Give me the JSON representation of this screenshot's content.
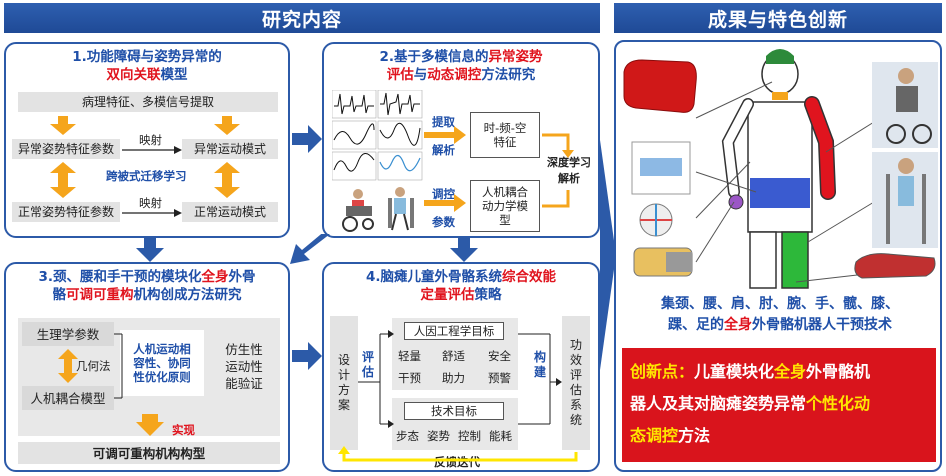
{
  "left_header": "研究内容",
  "right_header": "成果与特色创新",
  "p1": {
    "title_line1": "1.功能障碍与姿势异常的",
    "title_line2_red": "双向关联",
    "title_line2_blue": "模型",
    "top_box": "病理特征、多模信号提取",
    "abn_pose": "异常姿势特征参数",
    "abn_motion": "异常运动模式",
    "map1": "映射",
    "transfer": "跨被式迁移学习",
    "norm_pose": "正常姿势特征参数",
    "norm_motion": "正常运动模式",
    "map2": "映射"
  },
  "p2": {
    "title_pre": "2.基于多模信息的",
    "title_red1": "异常姿势",
    "title_l2_red1": "评估",
    "title_l2_mid": "与",
    "title_l2_red2": "动态调控",
    "title_l2_post": "方法研究",
    "extract": "提取",
    "parse": "解析",
    "feature_box": "时-频-空\n特征",
    "control": "调控",
    "param": "参数",
    "dyn_box": "人机耦合\n动力学模\n型",
    "deep": "深度学习\n解析"
  },
  "p3": {
    "title_l1_pre": "3.颈、腰和手干预的模块化",
    "title_l1_red": "全身",
    "title_l1_post": "外骨",
    "title_l2_pre": "骼",
    "title_l2_red": "可调可重构",
    "title_l2_post": "机构创成方法研究",
    "physio": "生理学参数",
    "geom": "几何法",
    "hm_model": "人机耦合模型",
    "principle": "人机运动相\n容性、协同\n性优化原则",
    "bionic": "仿生性\n运动性\n能验证",
    "realize": "实现",
    "bottom": "可调可重构机构构型"
  },
  "p4": {
    "title_l1_pre": "4.脑瘫儿童外骨骼系统",
    "title_l1_red": "综合效能",
    "title_l2_red": "定量评估",
    "title_l2_post": "策略",
    "design": "设\n计\n方\n案",
    "evaluate": "评\n估",
    "ergonomic_title": "人因工程学目标",
    "ergo": [
      "轻量",
      "舒适",
      "安全",
      "干预",
      "助力",
      "预警"
    ],
    "tech_title": "技术目标",
    "tech": [
      "步态",
      "姿势",
      "控制",
      "能耗"
    ],
    "build": "构\n建",
    "eval_system": "功\n效\n评\n估\n系\n统",
    "feedback": "反馈迭代"
  },
  "right": {
    "result_l1": "集颈、腰、肩、肘、腕、手、髋、膝、",
    "result_l2_pre": "踝、足的",
    "result_l2_red": "全身",
    "result_l2_post": "外骨骼机器人干预技术",
    "innov_label": "创新点：",
    "innov_l1_a": "儿童模块化",
    "innov_l1_red": "全身",
    "innov_l1_b": "外骨骼机",
    "innov_l2_a": "器人及其对脑瘫姿势异常",
    "innov_l2_y": "个性化动",
    "innov_l3_y": "态调控",
    "innov_l3_b": "方法"
  },
  "colors": {
    "blue": "#2c5aa8",
    "red": "#e0141e",
    "orange": "#f5a51c",
    "yellow": "#ffe600",
    "innov_bg": "#d9141c"
  }
}
